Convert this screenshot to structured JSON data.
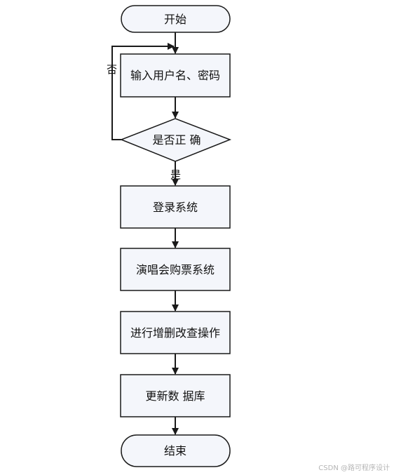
{
  "flowchart": {
    "start": "开始",
    "input": "输入用户名、密码",
    "decision": "是否正 确",
    "no_label": "否",
    "yes_label": "是",
    "login": "登录系统",
    "ticket_system": "演唱会购票系统",
    "crud": "进行增删改查操作",
    "update_db": "更新数 据库",
    "end": "结束"
  },
  "colors": {
    "node_fill": "#f4f6fb",
    "stroke": "#1a1a1a",
    "text": "#111111"
  },
  "watermark": "CSDN @路可程序设计"
}
